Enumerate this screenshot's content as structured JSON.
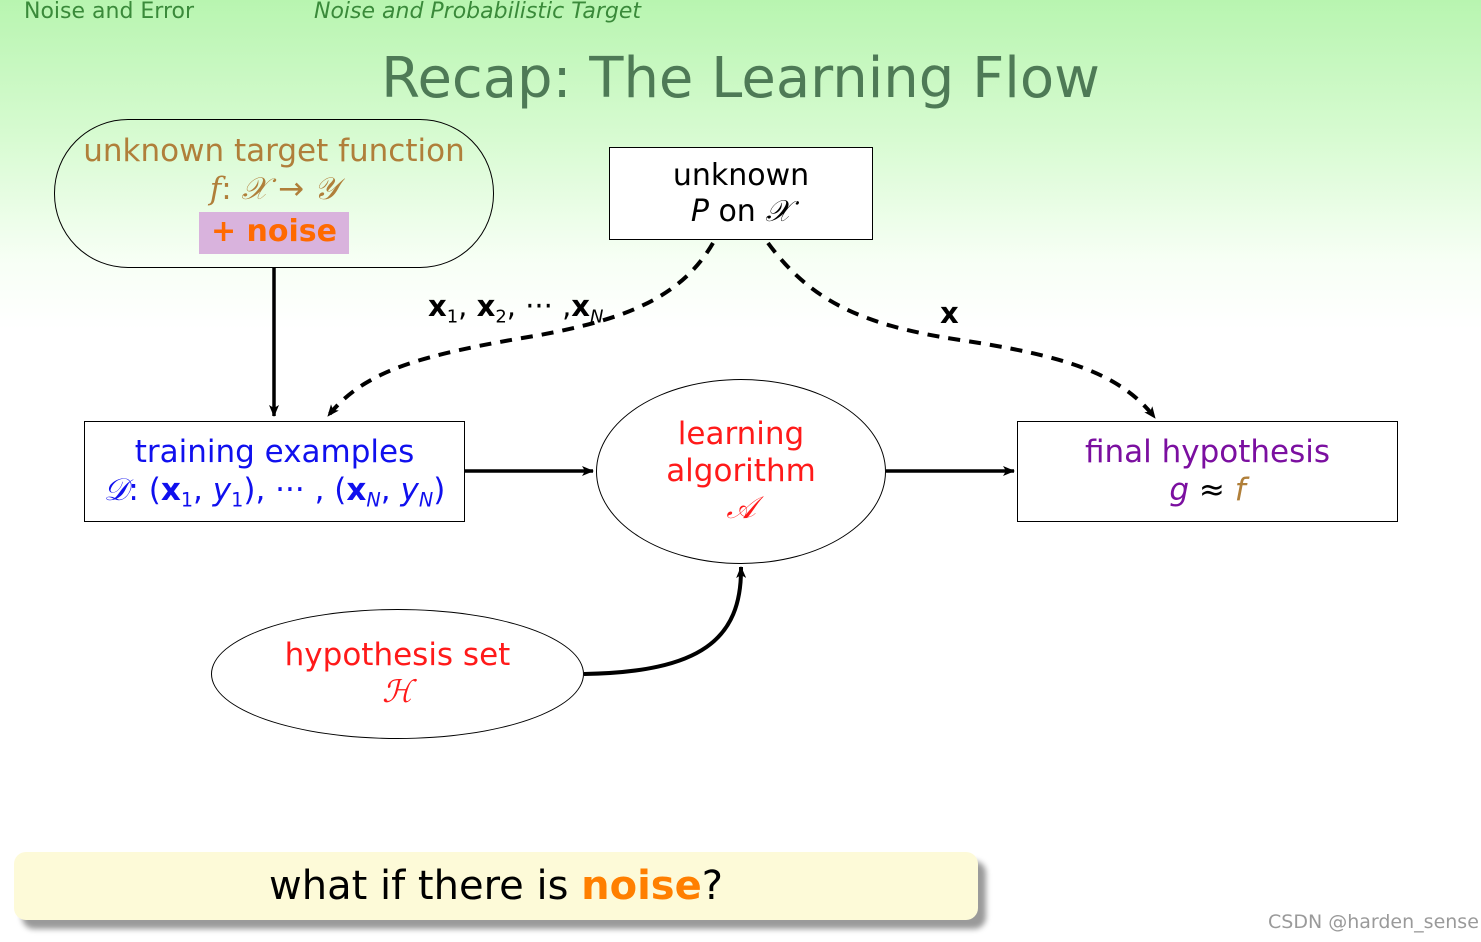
{
  "header": {
    "section": "Noise and Error",
    "subsection": "Noise and Probabilistic Target"
  },
  "slide_title": "Recap: The Learning Flow",
  "nodes": {
    "target": {
      "line1": "unknown target function",
      "f": "f",
      "colon": ":",
      "domain": "𝒳",
      "arrow": "→",
      "codomain": "𝒴",
      "noise": "+ noise"
    },
    "distribution": {
      "line1": "unknown",
      "p": "P",
      "on": "on",
      "domain": "𝒳"
    },
    "training": {
      "line1": "training examples",
      "d": "𝒟",
      "colon": ":",
      "open1": "(",
      "x": "x",
      "sub1": "1",
      "comma": ",",
      "y": "y",
      "close1": ")",
      "ellipsis": ", ··· ,",
      "subN": "N"
    },
    "learning": {
      "line1": "learning",
      "line2": "algorithm",
      "symbol": "𝒜"
    },
    "final": {
      "line1": "final hypothesis",
      "g": "g",
      "approx": "≈",
      "f": "f"
    },
    "hypothesis_set": {
      "line1": "hypothesis set",
      "symbol": "ℋ"
    }
  },
  "edge_labels": {
    "samples": {
      "x": "x",
      "sub1": "1",
      "sub2": "2",
      "sep": ",",
      "ellipsis": "···",
      "subN": "N"
    },
    "test": "x"
  },
  "question": {
    "before": "what if there is ",
    "highlight": "noise",
    "after": "?"
  },
  "watermark": "CSDN @harden_sense",
  "colors": {
    "header": "#3a8a3a",
    "title": "#4e7a56",
    "target": "#b07f3a",
    "noise_bg": "#d9b3dd",
    "noise_text": "#ff6a00",
    "training": "#1010ee",
    "learning": "#ff1a1a",
    "final": "#7b0fa0",
    "question_bg": "#fdfad8"
  }
}
